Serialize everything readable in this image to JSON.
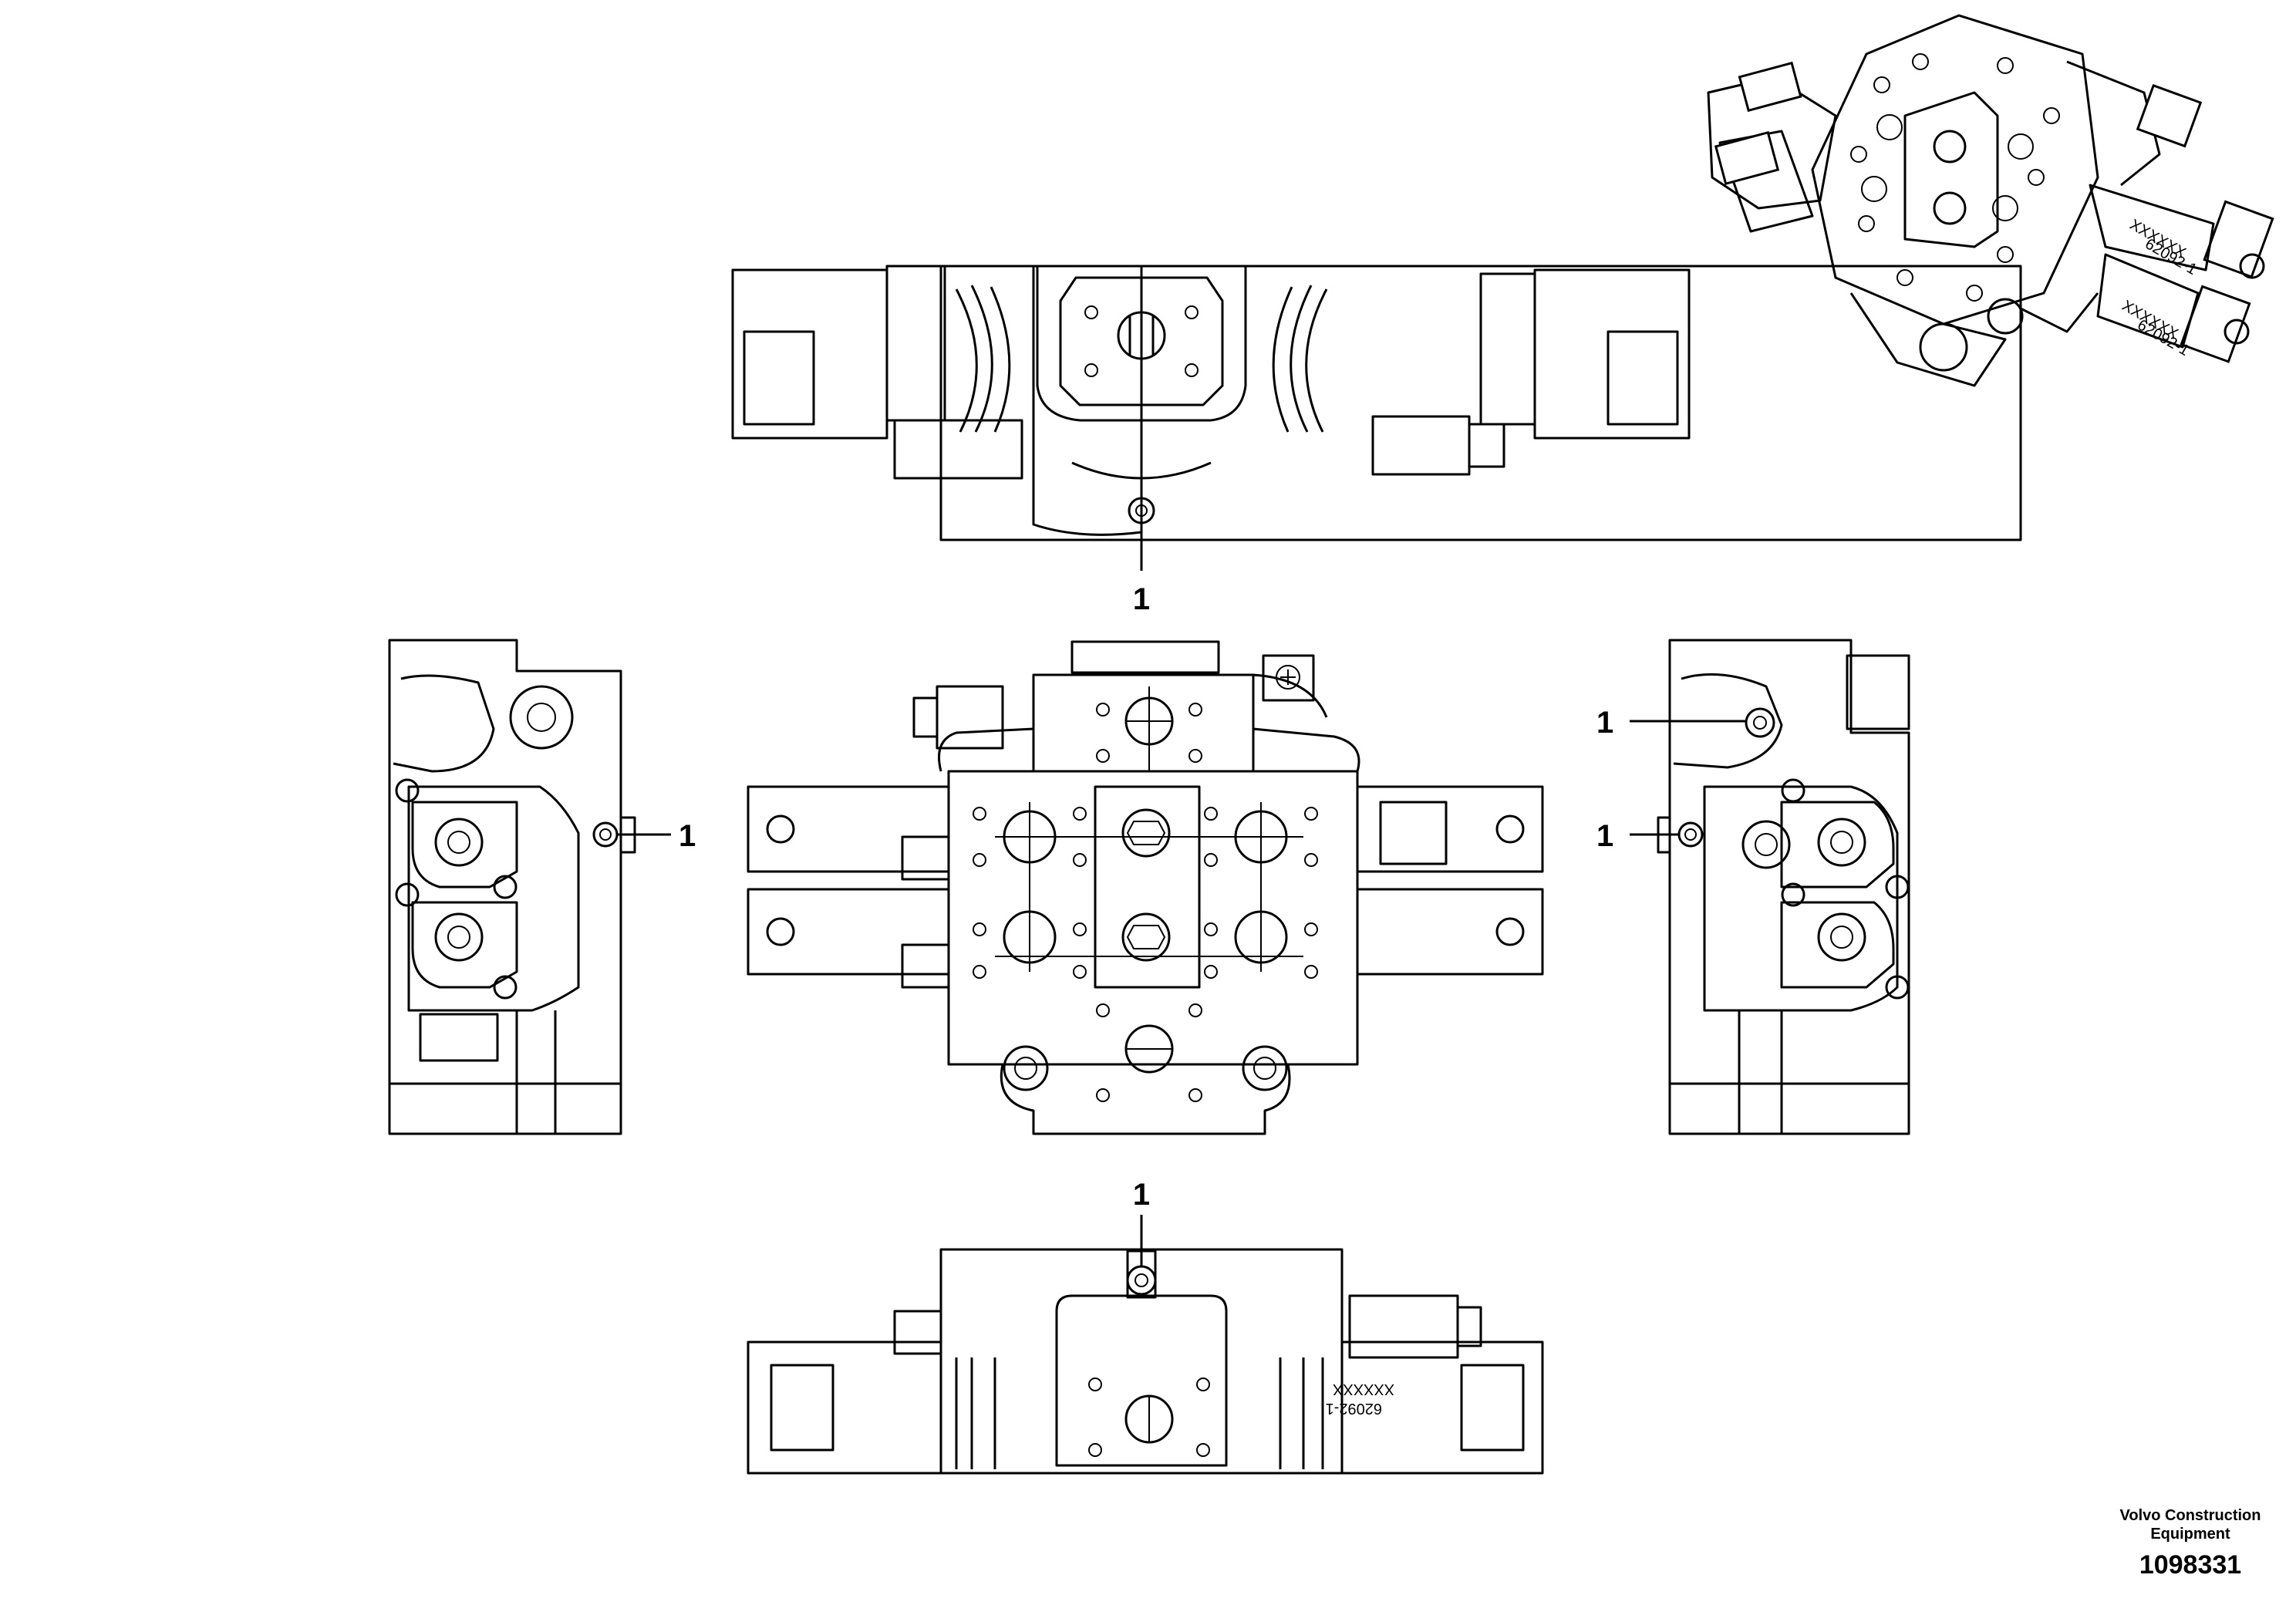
{
  "callouts": [
    {
      "label": "1"
    },
    {
      "label": "1"
    },
    {
      "label": "1"
    },
    {
      "label": "1"
    },
    {
      "label": "1"
    }
  ],
  "part_markings": {
    "code_a": "62092-1",
    "code_b": "XXXXXX"
  },
  "footer": {
    "brand_line1": "Volvo Construction",
    "brand_line2": "Equipment",
    "document_number": "1098331"
  }
}
